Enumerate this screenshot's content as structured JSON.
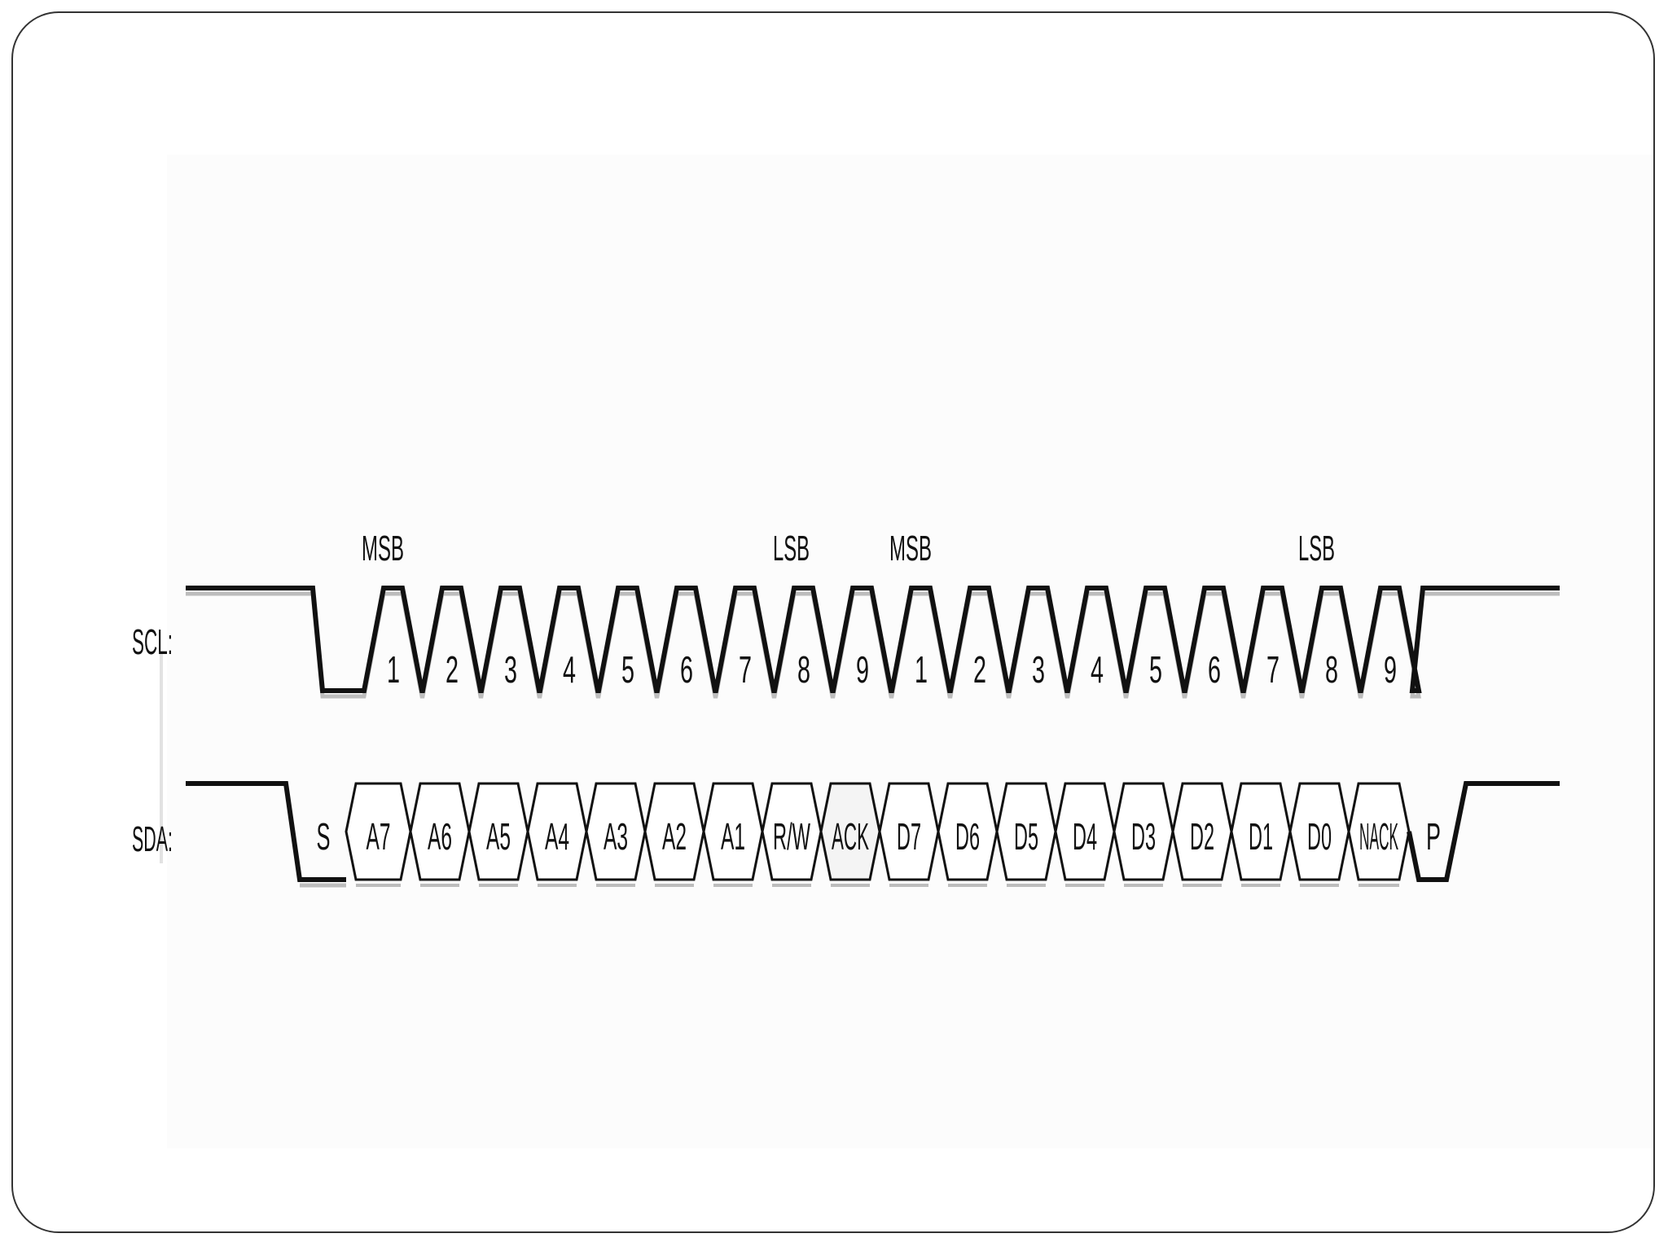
{
  "slide": {
    "title": "Wave….."
  },
  "diagram": {
    "scl_label": "SCL:",
    "sda_label": "SDA:",
    "markers": [
      "MSB",
      "LSB",
      "MSB",
      "LSB"
    ],
    "scl_pulses": [
      "1",
      "2",
      "3",
      "4",
      "5",
      "6",
      "7",
      "8",
      "9",
      "1",
      "2",
      "3",
      "4",
      "5",
      "6",
      "7",
      "8",
      "9"
    ],
    "sda_start": "S",
    "sda_bits": [
      "A7",
      "A6",
      "A5",
      "A4",
      "A3",
      "A2",
      "A1",
      "R/W",
      "ACK",
      "D7",
      "D6",
      "D5",
      "D4",
      "D3",
      "D2",
      "D1",
      "D0",
      "NACK"
    ],
    "sda_stop": "P",
    "colors": {
      "line": "#111111",
      "shadow": "#bdbdbd",
      "title": "#666666"
    }
  }
}
